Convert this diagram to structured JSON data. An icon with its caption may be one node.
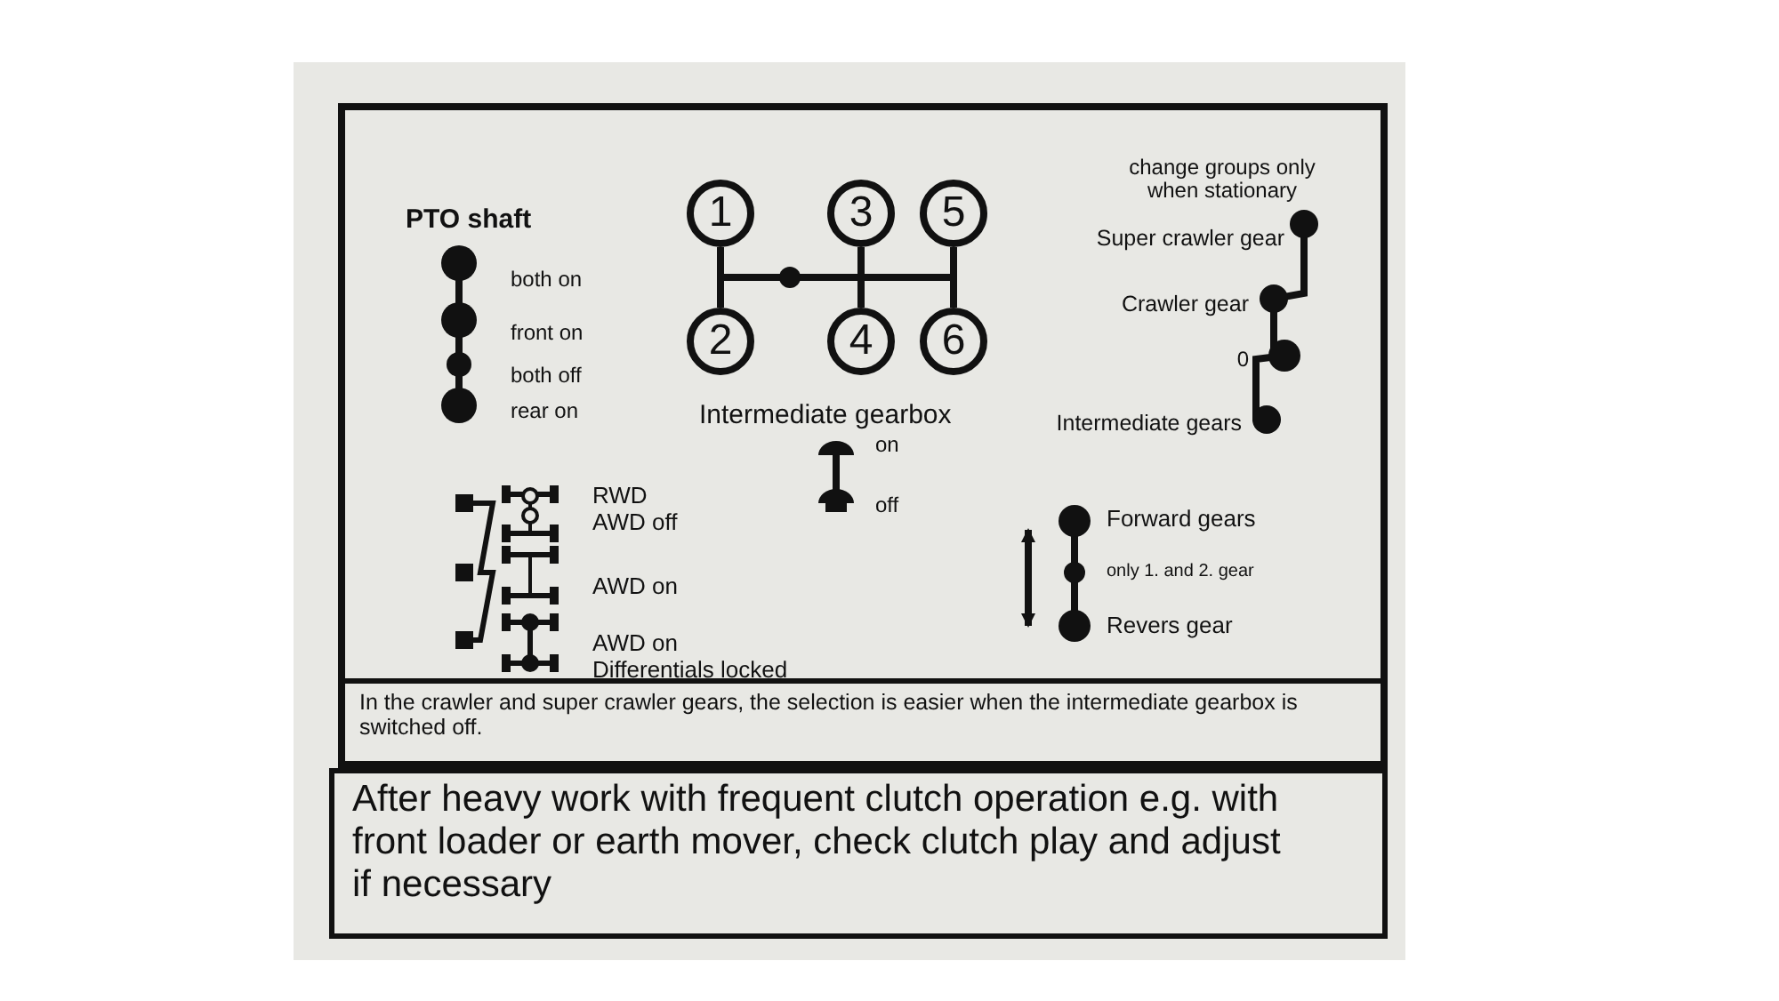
{
  "diagram": {
    "nodes": [
      {
        "text": [
          "1"
        ]
      },
      {
        "text": [
          "2"
        ]
      },
      {
        "text": [
          "3"
        ]
      },
      {
        "text": [
          "4"
        ]
      },
      {
        "text": [
          "5"
        ]
      },
      {
        "text": [
          "6"
        ]
      },
      {
        "text": [
          "In the crawler and super crawler gears, the selection is easier when the intermediate gearbox is switched off."
        ]
      },
      {
        "text": [
          "After heavy work with frequent clutch operation e.g. with front loader or earth mover, check clutch play and adjust if necessary"
        ]
      }
    ],
    "edges": [
      {
        "from": 0,
        "to": 1,
        "arrow": "none"
      },
      {
        "from": 2,
        "to": 3,
        "arrow": "none"
      },
      {
        "from": 4,
        "to": 5,
        "arrow": "none"
      }
    ],
    "labels": [
      "PTO shaft",
      "both on",
      "front on",
      "both off",
      "rear on",
      "Intermediate gearbox",
      "on",
      "off",
      "change groups only when stationary",
      "Super crawler gear",
      "Crawler gear",
      "0",
      "Intermediate gears",
      "RWD",
      "AWD off",
      "AWD on",
      "AWD on",
      "Differentials locked",
      "Forward gears",
      "only 1. and 2. gear",
      "Revers gear"
    ]
  }
}
